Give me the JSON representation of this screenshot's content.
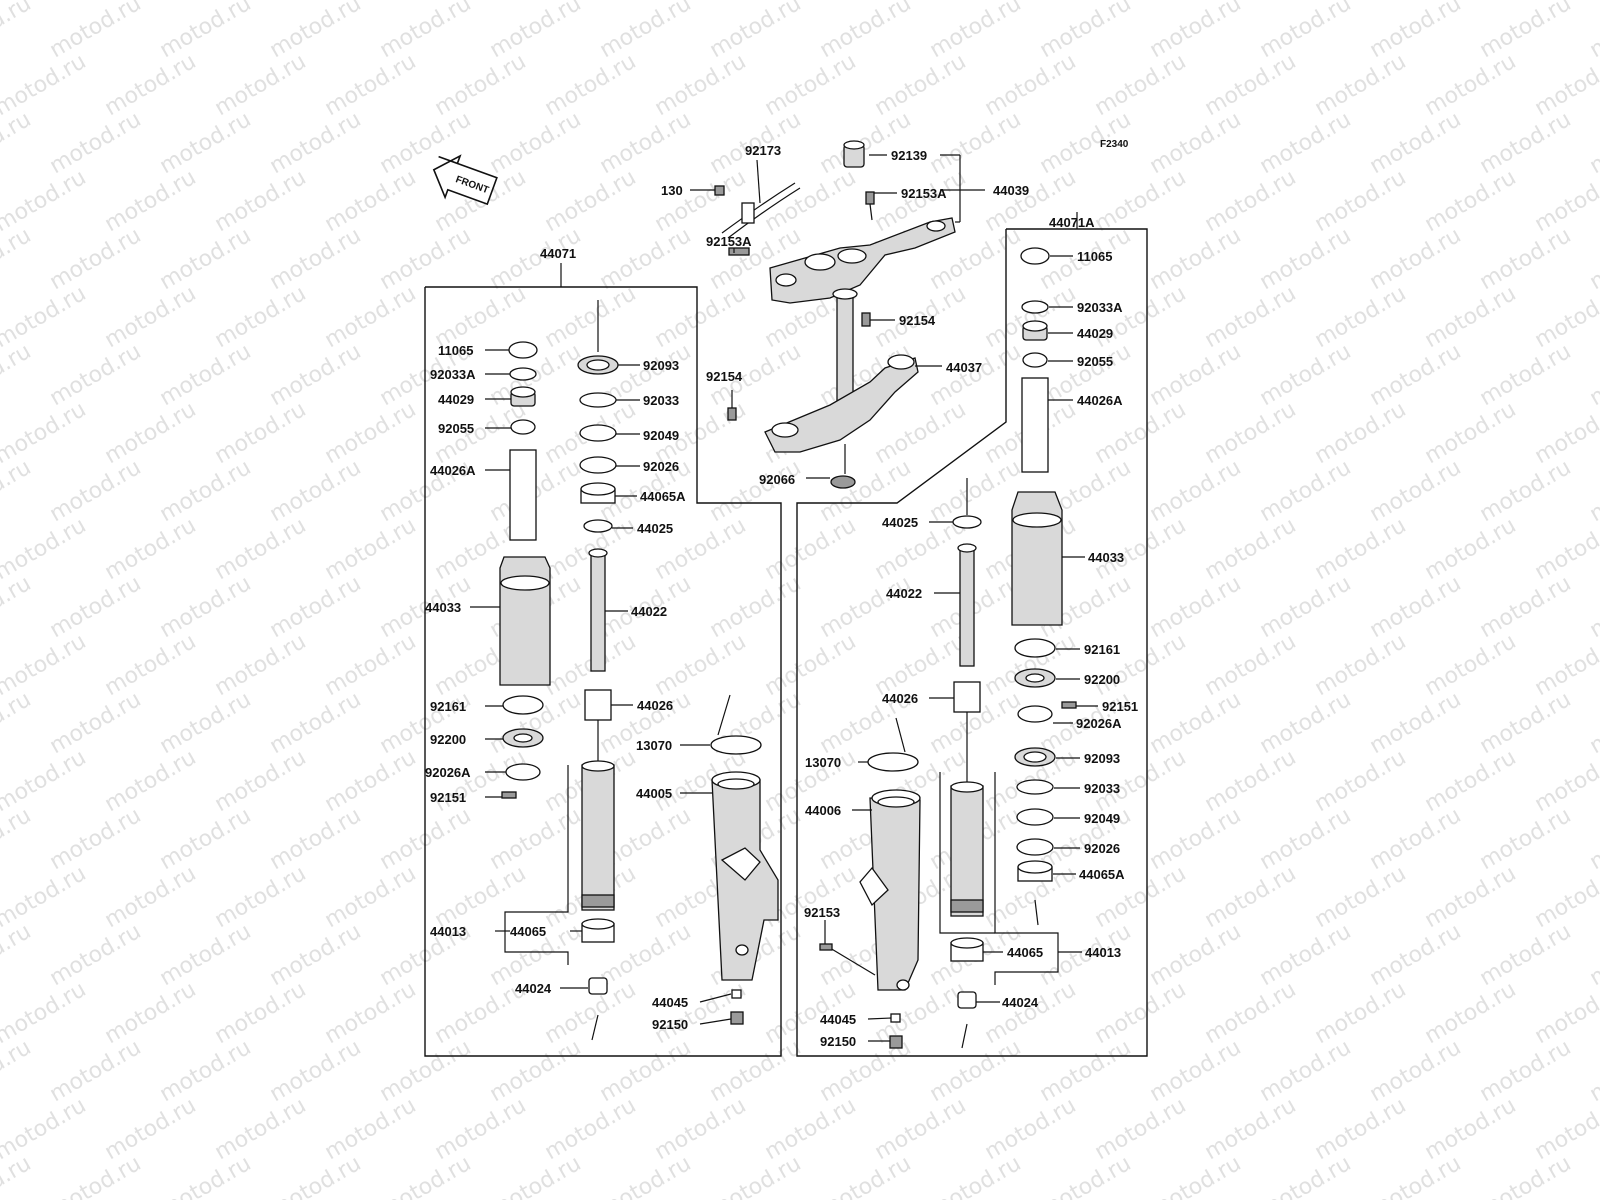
{
  "watermark": "motod.ru",
  "figure_code": "F2340",
  "front_arrow": "FRONT",
  "assemblies": {
    "left_fork": "44071",
    "right_fork": "44071A",
    "upper_bracket": "44039",
    "left_damper": "44013",
    "right_damper": "44013"
  },
  "top": {
    "p92173": "92173",
    "p130": "130",
    "p92139": "92139",
    "p92153A_a": "92153A",
    "p92153A_b": "92153A",
    "p92154_a": "92154",
    "p92154_b": "92154",
    "p44037": "44037",
    "p92066": "92066"
  },
  "left": {
    "p11065": "11065",
    "p92033A": "92033A",
    "p44029": "44029",
    "p92055": "92055",
    "p44026A": "44026A",
    "p44033": "44033",
    "p92161": "92161",
    "p92200": "92200",
    "p92026A": "92026A",
    "p92151": "92151",
    "p92093": "92093",
    "p92033": "92033",
    "p92049": "92049",
    "p92026": "92026",
    "p44065A": "44065A",
    "p44025": "44025",
    "p44022": "44022",
    "p44026": "44026",
    "p13070": "13070",
    "p44005": "44005",
    "p44065": "44065",
    "p44024": "44024",
    "p44045": "44045",
    "p92150": "92150"
  },
  "right": {
    "p11065": "11065",
    "p92033A": "92033A",
    "p44029": "44029",
    "p92055": "92055",
    "p44026A": "44026A",
    "p44033": "44033",
    "p92161": "92161",
    "p92200": "92200",
    "p92151": "92151",
    "p92026A": "92026A",
    "p92093": "92093",
    "p92033": "92033",
    "p92049": "92049",
    "p92026": "92026",
    "p44065A": "44065A",
    "p44025": "44025",
    "p44022": "44022",
    "p44026": "44026",
    "p13070": "13070",
    "p44006": "44006",
    "p92153": "92153",
    "p44065": "44065",
    "p44024": "44024",
    "p44045": "44045",
    "p92150": "92150"
  }
}
